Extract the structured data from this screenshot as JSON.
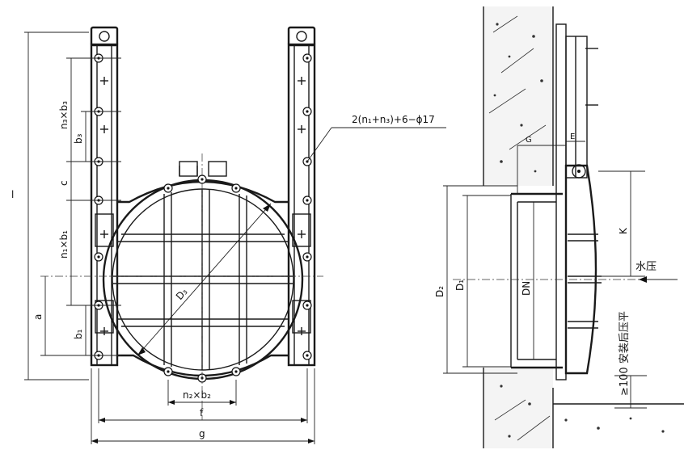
{
  "front_view": {
    "dims": {
      "l": "l",
      "n3b3": "n₃×b₃",
      "b3": "b₃",
      "c": "c",
      "n1b1": "n₁×b₁",
      "a": "a",
      "b1": "b₁",
      "n2b2": "n₂×b₂",
      "f": "f",
      "g": "g",
      "d3": "D₃"
    },
    "bolt_callout": "2(n₁+n₃)+6−ϕ17"
  },
  "side_view": {
    "dims": {
      "d2": "D₂",
      "d1": "D₁",
      "dn": "DN",
      "k": "K",
      "e": "E",
      "g": "G"
    },
    "water_pressure": "水压",
    "install_note": "≥100 安装后压平"
  }
}
